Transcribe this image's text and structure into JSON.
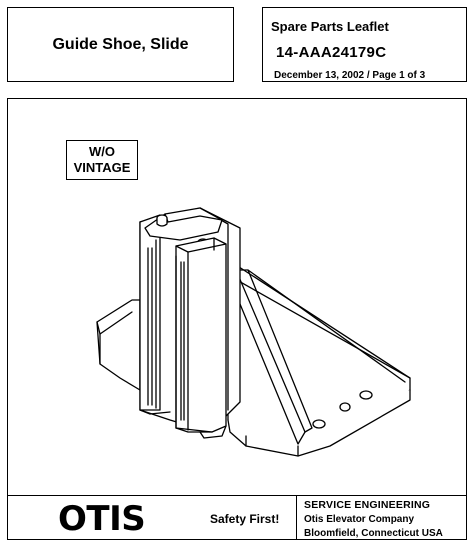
{
  "header": {
    "title": "Guide Shoe, Slide",
    "leaflet_heading": "Spare Parts Leaflet",
    "part_number": "14-AAA24179C",
    "date_page": "December 13, 2002  / Page 1 of 3"
  },
  "figure": {
    "label_line1": "W/O",
    "label_line2": "VINTAGE"
  },
  "footer": {
    "logo": "OTIS",
    "slogan": "Safety First!",
    "department": "SERVICE ENGINEERING",
    "company": "Otis Elevator Company",
    "location": "Bloomfield, Connecticut USA"
  }
}
